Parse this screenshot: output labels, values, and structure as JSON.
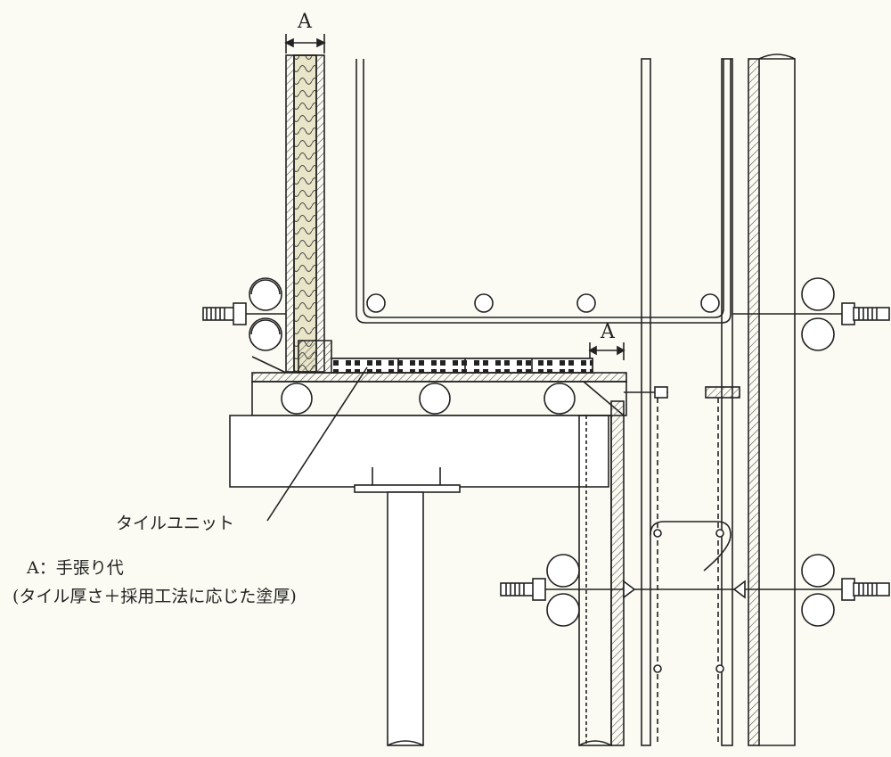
{
  "drawing": {
    "dimension_top": "A",
    "dimension_mid": "A",
    "tile_unit_label": "タイルユニット",
    "legend_line1": "A：手張り代",
    "legend_line2": "(タイル厚さ＋採用工法に応じた塗厚)"
  },
  "colors": {
    "paper": "#fbfbf3",
    "ink": "#222222",
    "hatch": "#555555",
    "insulation": "#e9e5c8"
  }
}
